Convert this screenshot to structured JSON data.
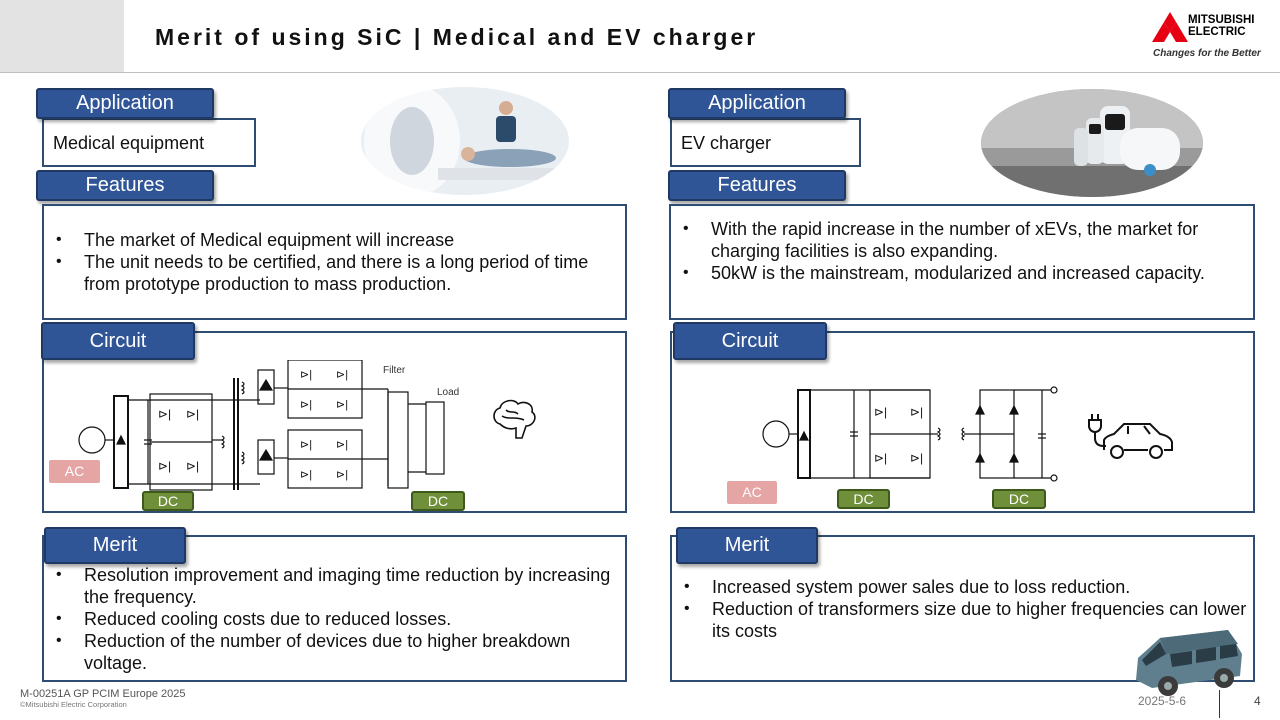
{
  "header": {
    "title": "Merit of using SiC | Medical and EV charger",
    "logo_lines": [
      "MITSUBISHI",
      "ELECTRIC"
    ],
    "slogan": "Changes for the Better",
    "logo_color": "#e60012"
  },
  "left": {
    "application_tab": "Application",
    "application_value": "Medical equipment",
    "features_tab": "Features",
    "features": [
      "The market of Medical equipment will increase",
      "The unit needs to be certified, and there is a long period of time from prototype production to mass production."
    ],
    "circuit_tab": "Circuit",
    "circuit_labels": {
      "filter": "Filter",
      "load": "Load",
      "ac": "AC",
      "dc1": "DC",
      "dc2": "DC"
    },
    "merit_tab": "Merit",
    "merits": [
      "Resolution improvement and imaging time reduction by increasing the frequency.",
      "Reduced cooling costs due to reduced losses.",
      "Reduction of the number of devices due to higher breakdown voltage."
    ]
  },
  "right": {
    "application_tab": "Application",
    "application_value": "EV charger",
    "features_tab": "Features",
    "features": [
      "With the rapid increase in the number of xEVs, the market for charging facilities is also expanding.",
      "50kW is the mainstream, modularized and increased capacity."
    ],
    "circuit_tab": "Circuit",
    "circuit_labels": {
      "ac": "AC",
      "dc1": "DC",
      "dc2": "DC"
    },
    "merit_tab": "Merit",
    "merits": [
      "Increased system power sales due to loss reduction.",
      "Reduction of transformers size due to higher frequencies can lower its costs"
    ]
  },
  "footer": {
    "doc_id": "M-00251A GP PCIM Europe 2025",
    "copyright": "©Mitsubishi Electric Corporation",
    "date": "2025-5-6",
    "page": "4"
  },
  "colors": {
    "tab_fill": "#2f5597",
    "box_border": "#2f4d72",
    "ac_badge": "#e6a5a5",
    "dc_badge": "#6f8f3a"
  }
}
